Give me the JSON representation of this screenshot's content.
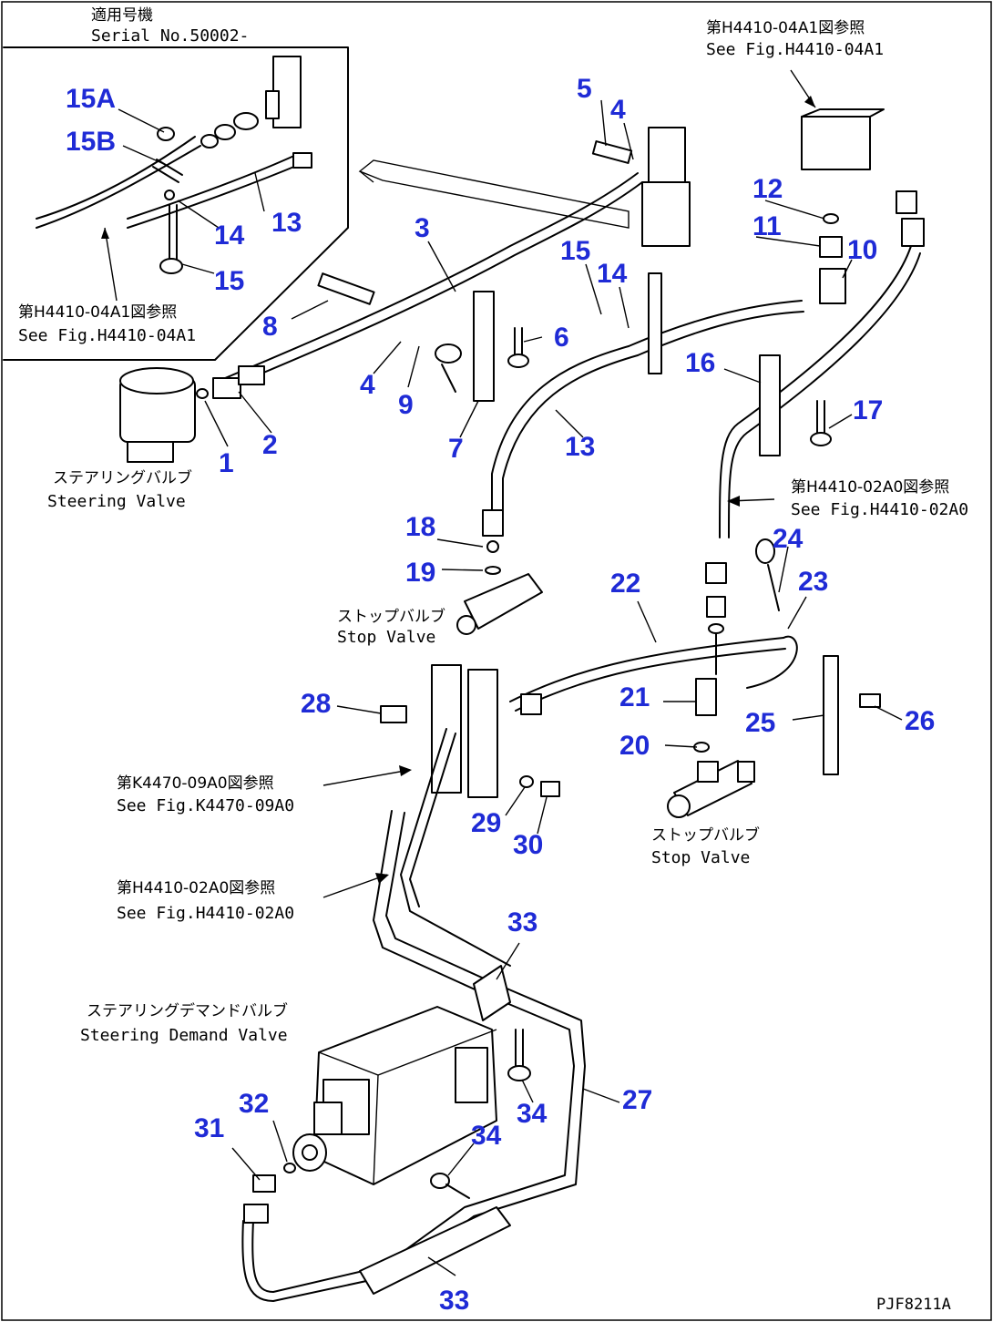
{
  "inset": {
    "title_jp": "適用号機",
    "title_en": "Serial No.50002-",
    "ref_jp": "第H4410-04A1図参照",
    "ref_en": "See Fig.H4410-04A1"
  },
  "refs": {
    "top_right_jp": "第H4410-04A1図参照",
    "top_right_en": "See Fig.H4410-04A1",
    "mid_right_jp": "第H4410-02A0図参照",
    "mid_right_en": "See Fig.H4410-02A0",
    "mid_left_jp": "第K4470-09A0図参照",
    "mid_left_en": "See Fig.K4470-09A0",
    "lower_left_jp": "第H4410-02A0図参照",
    "lower_left_en": "See Fig.H4410-02A0"
  },
  "components": {
    "steering_valve_jp": "ステアリングバルブ",
    "steering_valve_en": "Steering Valve",
    "stop_valve1_jp": "ストップバルブ",
    "stop_valve1_en": "Stop Valve",
    "stop_valve2_jp": "ストップバルブ",
    "stop_valve2_en": "Stop Valve",
    "demand_valve_jp": "ステアリングデマンドバルブ",
    "demand_valve_en": "Steering Demand Valve"
  },
  "figure_code": "PJF8211A",
  "parts": {
    "p1": "1",
    "p2": "2",
    "p3": "3",
    "p4a": "4",
    "p4b": "4",
    "p5": "5",
    "p6": "6",
    "p7": "7",
    "p8": "8",
    "p9": "9",
    "p10": "10",
    "p11": "11",
    "p12": "12",
    "p13a": "13",
    "p13b": "13",
    "p14a": "14",
    "p14b": "14",
    "p15a": "15",
    "p15b": "15",
    "p15A": "15A",
    "p15B": "15B",
    "p16": "16",
    "p17": "17",
    "p18": "18",
    "p19": "19",
    "p20": "20",
    "p21": "21",
    "p22": "22",
    "p23": "23",
    "p24": "24",
    "p25": "25",
    "p26": "26",
    "p27": "27",
    "p28": "28",
    "p29": "29",
    "p30": "30",
    "p31": "31",
    "p32": "32",
    "p33a": "33",
    "p33b": "33",
    "p34a": "34",
    "p34b": "34"
  }
}
